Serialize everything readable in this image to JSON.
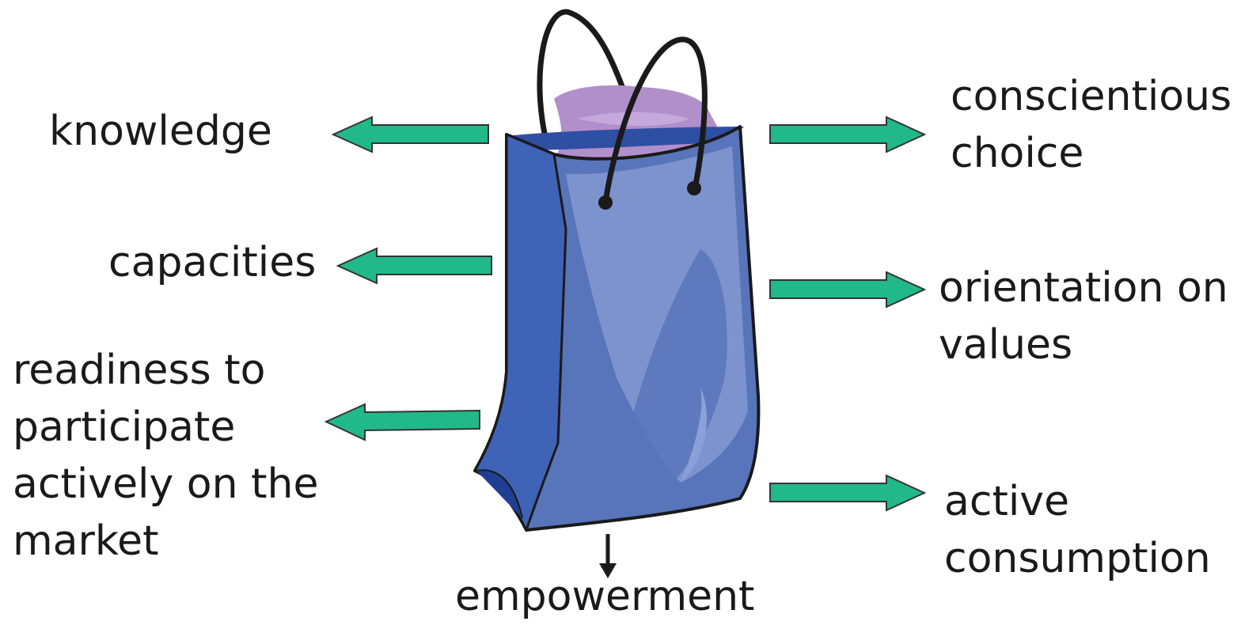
{
  "colors": {
    "arrow_fill": "#22b98a",
    "arrow_stroke": "#333333",
    "bag_dark": "#2f4fa3",
    "bag_mid": "#5874ba",
    "bag_light": "#7f95cf",
    "bag_side": "#3f63b6",
    "contents": "#b18fcb",
    "handle": "#1a1a1a",
    "text": "#1a1a1a"
  },
  "diagram": {
    "center_image": "shopping-bag",
    "left_labels": [
      {
        "lines": [
          "knowledge"
        ]
      },
      {
        "lines": [
          "capacities"
        ]
      },
      {
        "lines": [
          "readiness to",
          "participate",
          "actively on the",
          "market"
        ]
      }
    ],
    "right_labels": [
      {
        "lines": [
          "conscientious",
          "choice"
        ]
      },
      {
        "lines": [
          "orientation on",
          "values"
        ]
      },
      {
        "lines": [
          "active",
          "consumption"
        ]
      }
    ],
    "bottom_label": "empowerment"
  }
}
